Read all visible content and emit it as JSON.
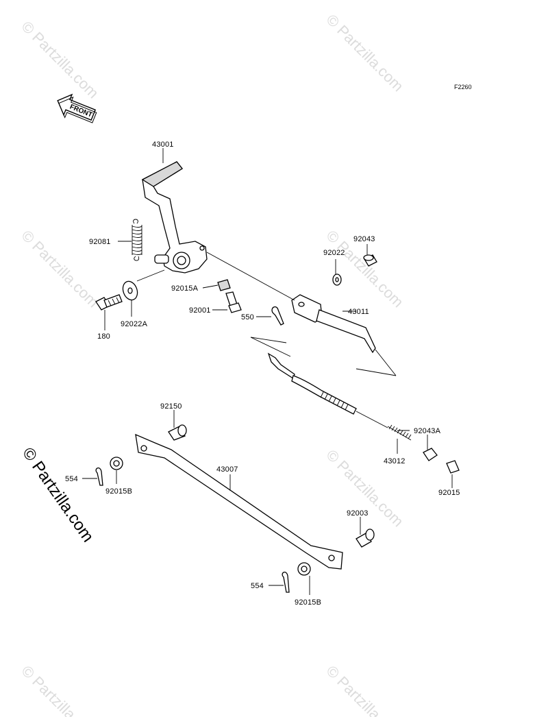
{
  "diagram": {
    "diagram_code": "F2260",
    "front_arrow_label": "FRONT",
    "watermark_small": "© Partzilla.com",
    "watermark_side": "© Partzilla.com",
    "parts": {
      "brake_pedal": "43001",
      "spring": "92081",
      "collar": "92015A",
      "bolt_180": "180",
      "washer_a": "92022A",
      "bolt_92001": "92001",
      "cotter_pin_550": "550",
      "washer_92022": "92022",
      "pin_92043": "92043",
      "rod": "43011",
      "cable": "43012",
      "pin_92043a": "92043A",
      "nut_92015": "92015",
      "bolt_92150": "92150",
      "lever": "43007",
      "cotter_pin_554_left": "554",
      "nut_left": "92015B",
      "bolt_92003": "92003",
      "cotter_pin_554_right": "554",
      "nut_right": "92015B"
    }
  }
}
